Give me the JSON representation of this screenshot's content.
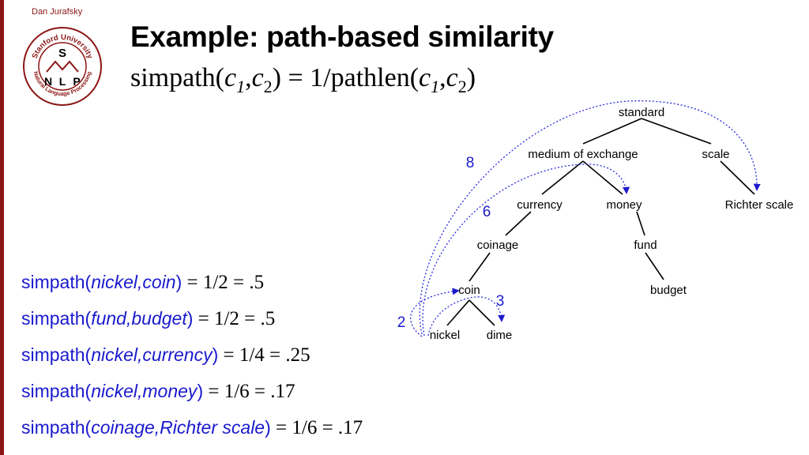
{
  "author": "Dan Jurafsky",
  "logo": {
    "top_text": "Stanford University",
    "bottom_text": "Natural Language Processing",
    "letters": [
      "S",
      "N",
      "L",
      "P"
    ]
  },
  "title": "Example: path-based similarity",
  "formula": {
    "lhs_fn": "simpath(",
    "c": "c",
    "sub1": "1",
    "comma": ",",
    "sub2": "2",
    "rhs": ") = 1/pathlen(",
    "end": ")"
  },
  "examples": [
    {
      "fn": "simpath(",
      "args": "nickel,coin",
      "close": ")",
      "value": " = 1/2 = .5"
    },
    {
      "fn": "simpath(",
      "args": "fund,budget",
      "close": ")",
      "value": " = 1/2 = .5"
    },
    {
      "fn": "simpath(",
      "args": "nickel,currency",
      "close": ")",
      "value": " = 1/4 = .25"
    },
    {
      "fn": "simpath(",
      "args": "nickel,money",
      "close": ")",
      "value": " = 1/6 = .17"
    },
    {
      "fn": "simpath(",
      "args": "coinage,Richter scale",
      "close": ")",
      "value": " = 1/6 = .17"
    }
  ],
  "tree": {
    "nodes": {
      "standard": "standard",
      "medium": "medium of exchange",
      "scale": "scale",
      "currency": "currency",
      "money": "money",
      "richter": "Richter scale",
      "coinage": "coinage",
      "fund": "fund",
      "coin": "coin",
      "budget": "budget",
      "nickel": "nickel",
      "dime": "dime"
    },
    "path_lengths": [
      "8",
      "6",
      "3",
      "2"
    ]
  }
}
